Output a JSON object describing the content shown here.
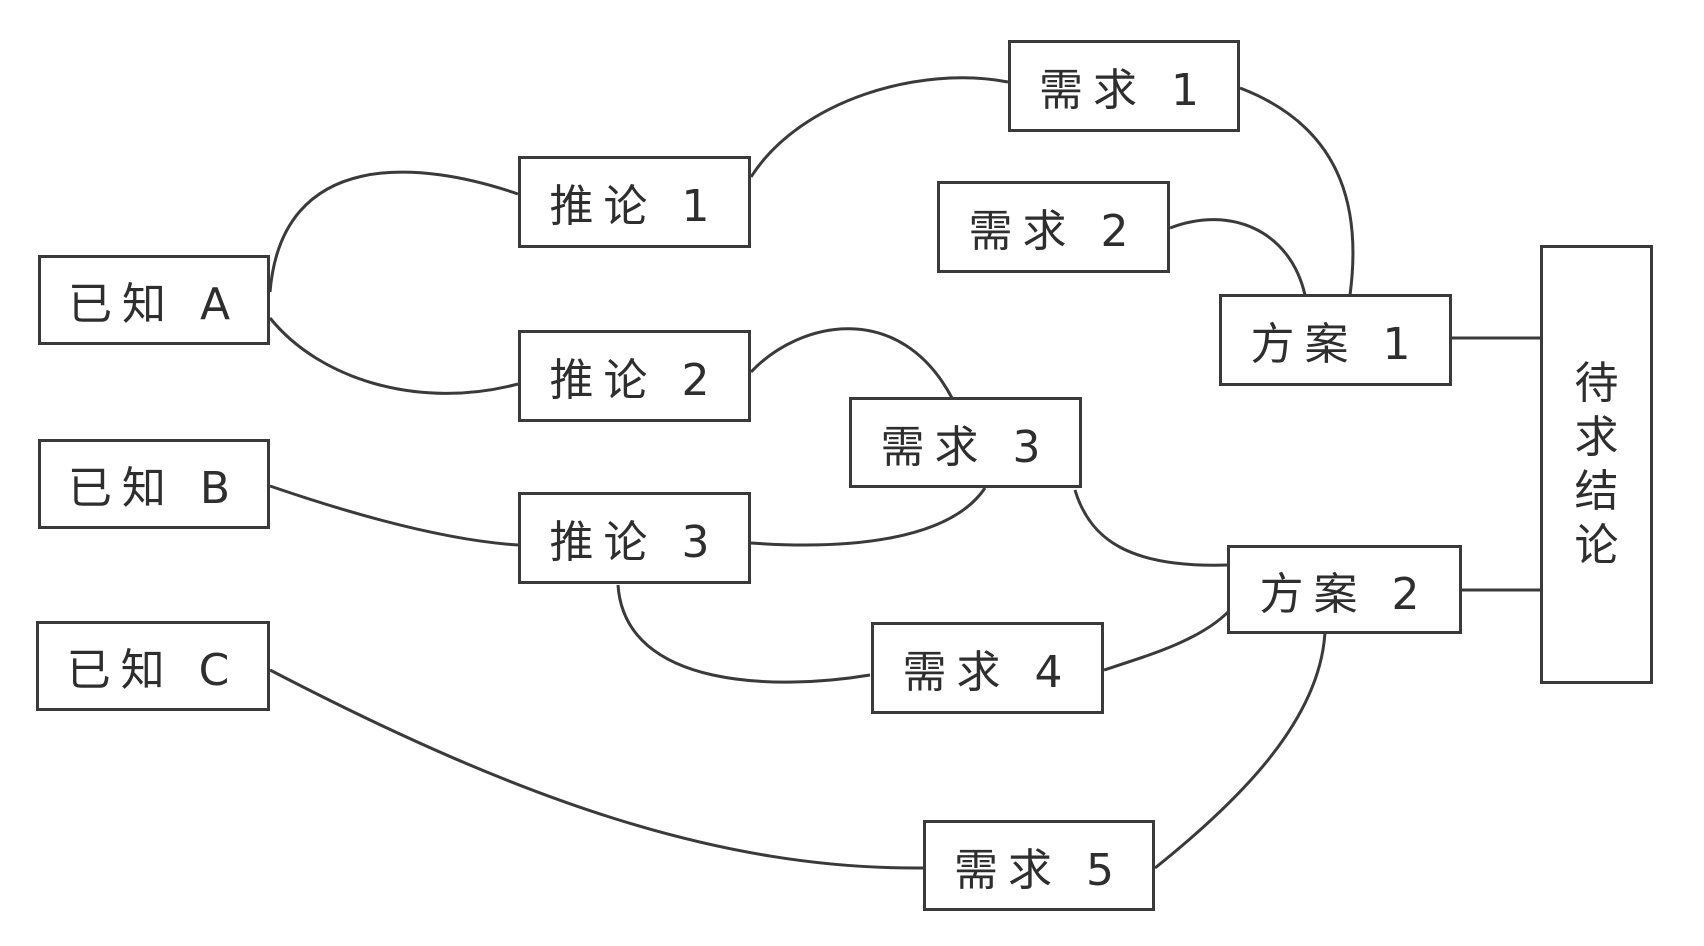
{
  "nodes": {
    "known_a": "已知 A",
    "known_b": "已知 B",
    "known_c": "已知 C",
    "inference_1": "推论 1",
    "inference_2": "推论 2",
    "inference_3": "推论 3",
    "need_1": "需求 1",
    "need_2": "需求 2",
    "need_3": "需求 3",
    "need_4": "需求 4",
    "need_5": "需求 5",
    "plan_1": "方案 1",
    "plan_2": "方案 2",
    "target_conclusion": "待求结论"
  },
  "edges": [
    [
      "known_a",
      "inference_1"
    ],
    [
      "known_a",
      "inference_2"
    ],
    [
      "known_b",
      "inference_3"
    ],
    [
      "known_c",
      "need_5"
    ],
    [
      "inference_1",
      "need_1"
    ],
    [
      "inference_2",
      "need_3"
    ],
    [
      "inference_3",
      "need_3"
    ],
    [
      "inference_3",
      "need_4"
    ],
    [
      "need_1",
      "plan_1"
    ],
    [
      "need_2",
      "plan_1"
    ],
    [
      "need_3",
      "plan_2"
    ],
    [
      "need_4",
      "plan_2"
    ],
    [
      "need_5",
      "plan_2"
    ],
    [
      "plan_1",
      "target_conclusion"
    ],
    [
      "plan_2",
      "target_conclusion"
    ]
  ]
}
